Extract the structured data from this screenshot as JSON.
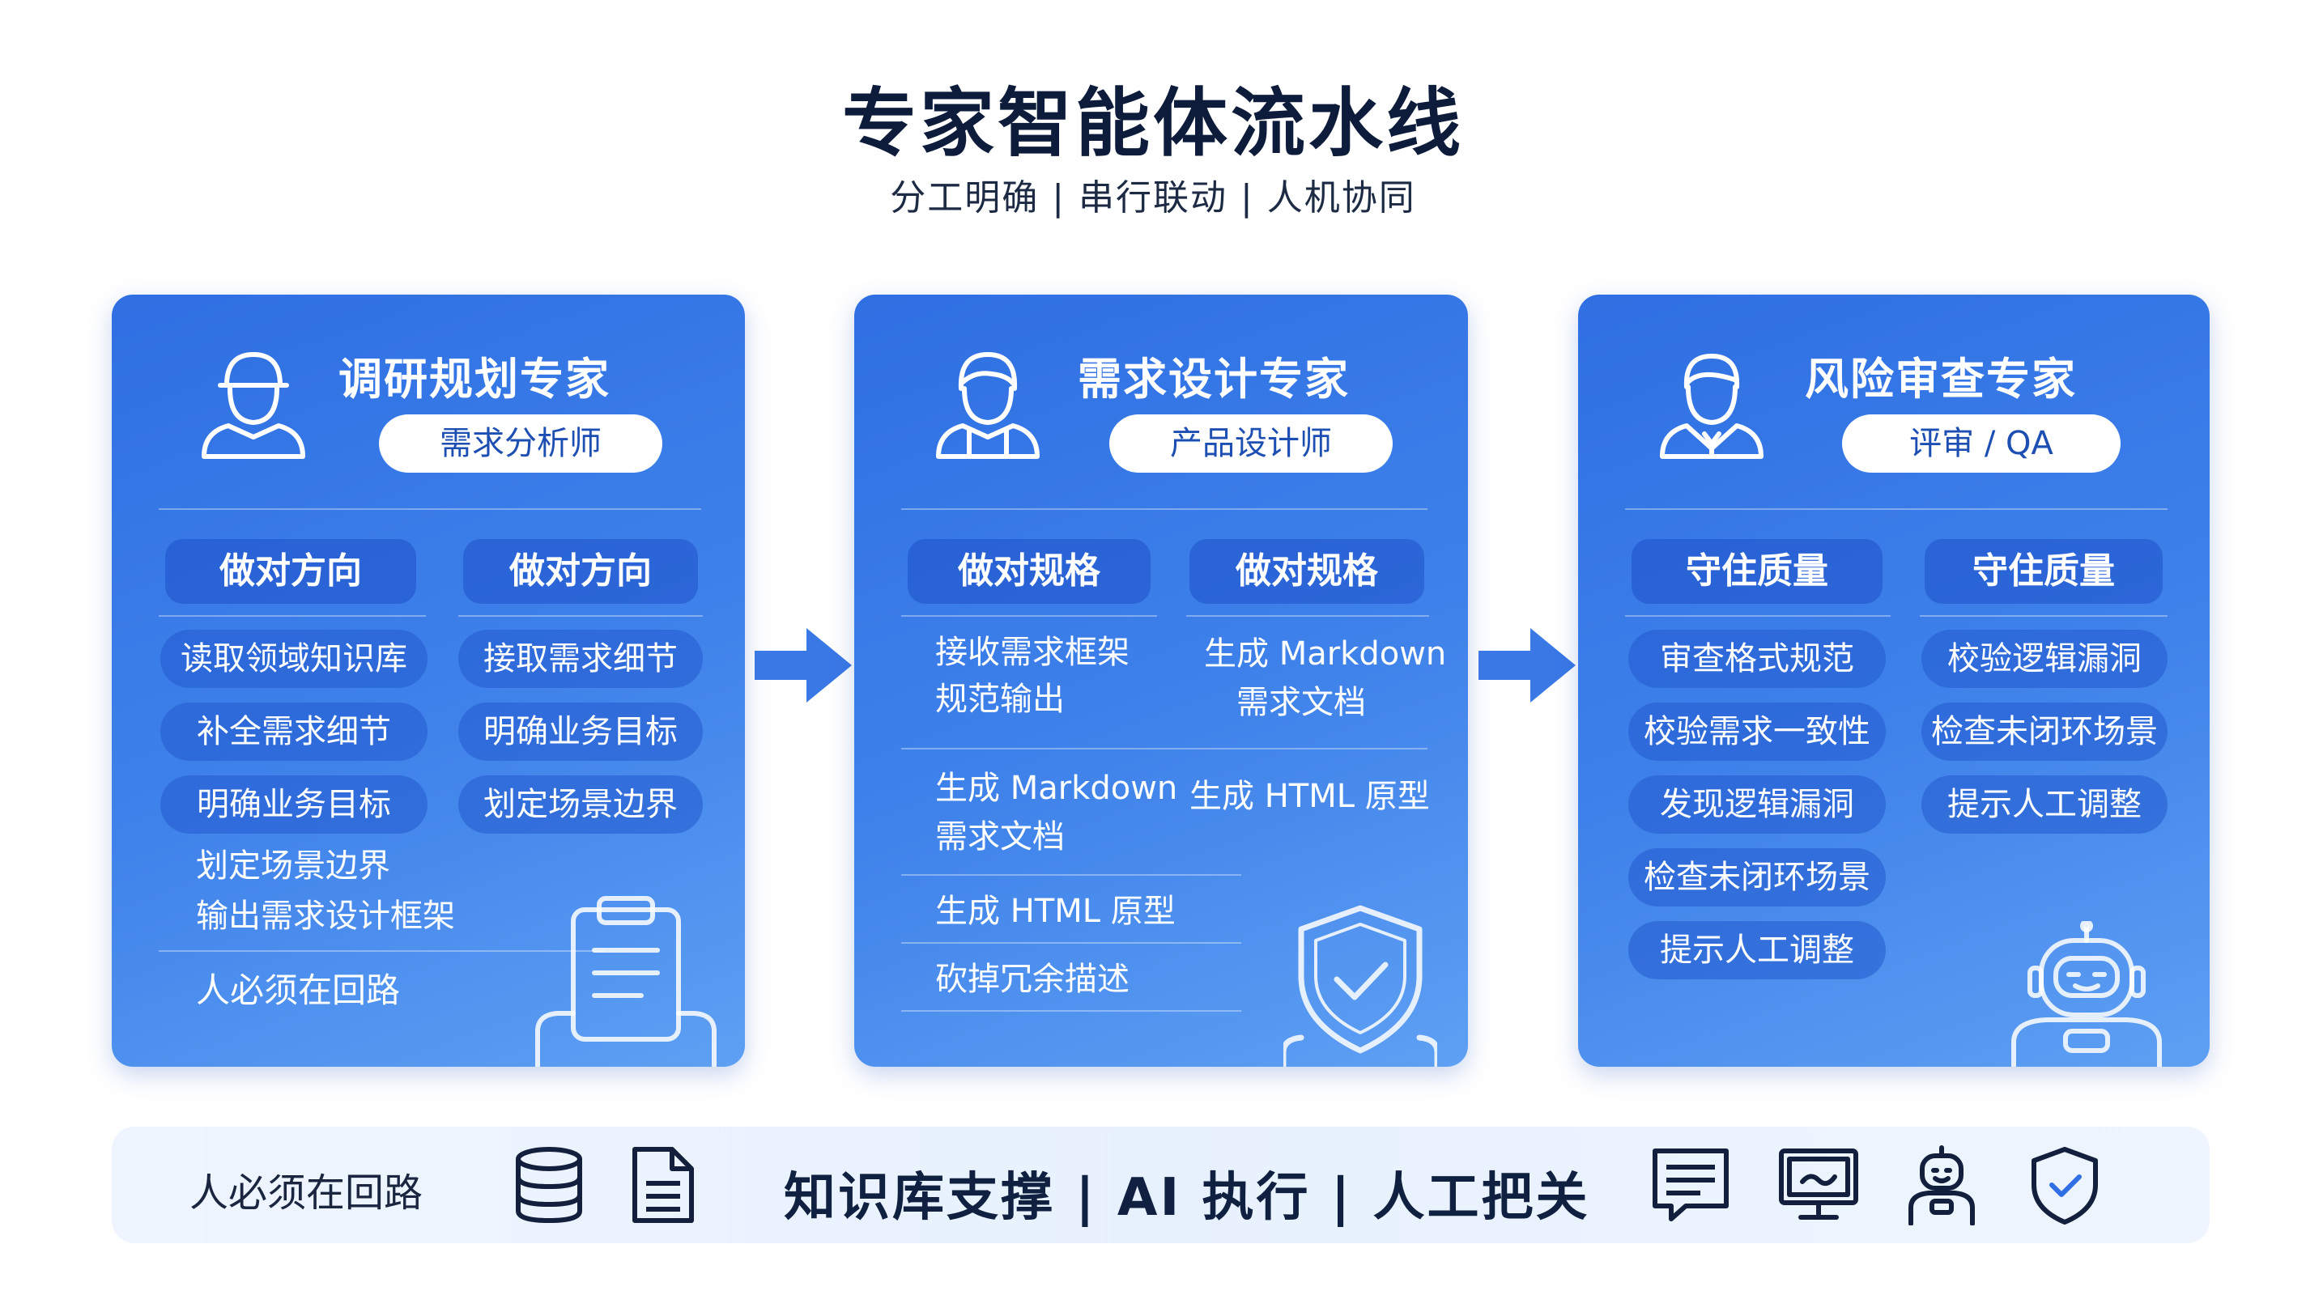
{
  "header": {
    "title": "专家智能体流水线",
    "subtitle": "分工明确 | 串行联动 | 人机协同"
  },
  "cards": {
    "research": {
      "title": "调研规划专家",
      "role": "需求分析师",
      "col_heads": [
        "做对方向",
        "做对方向"
      ],
      "left_items": [
        "读取领域知识库",
        "补全需求细节",
        "明确业务目标"
      ],
      "right_items": [
        "接取需求细节",
        "明确业务目标",
        "划定场景边界"
      ],
      "free_lines": [
        "划定场景边界",
        "输出需求设计框架"
      ],
      "footer": "人必须在回路",
      "deco_icon": "clipboard-icon"
    },
    "design": {
      "title": "需求设计专家",
      "role": "产品设计师",
      "col_heads": [
        "做对规格",
        "做对规格"
      ],
      "left_block": [
        "接收需求框架",
        "规范输出"
      ],
      "right_block": [
        "生成 Markdown",
        "需求文档"
      ],
      "mid_left": [
        "生成 Markdown",
        "需求文档"
      ],
      "mid_right": "生成 HTML 原型",
      "lines": [
        "生成 HTML 原型",
        "砍掉冗余描述"
      ],
      "deco_icon": "shield-check-icon"
    },
    "risk": {
      "title": "风险审查专家",
      "role": "评审 / QA",
      "col_heads": [
        "守住质量",
        "守住质量"
      ],
      "left_items": [
        "审查格式规范",
        "校验需求一致性",
        "发现逻辑漏洞",
        "检查未闭环场景",
        "提示人工调整"
      ],
      "right_items": [
        "校验逻辑漏洞",
        "检查未闭环场景",
        "提示人工调整"
      ],
      "deco_icon": "robot-icon"
    }
  },
  "bottom": {
    "note": "人必须在回路",
    "slogan": "知识库支撑 | AI 执行 | 人工把关",
    "left_icons": [
      "database-icon",
      "document-icon"
    ],
    "right_icons": [
      "chat-document-icon",
      "monitor-icon",
      "robot-icon",
      "shield-check-icon"
    ]
  },
  "colors": {
    "card_blue": "#3f82ea",
    "arrow_blue": "#3a78e6",
    "title_navy": "#0e1c3b"
  }
}
